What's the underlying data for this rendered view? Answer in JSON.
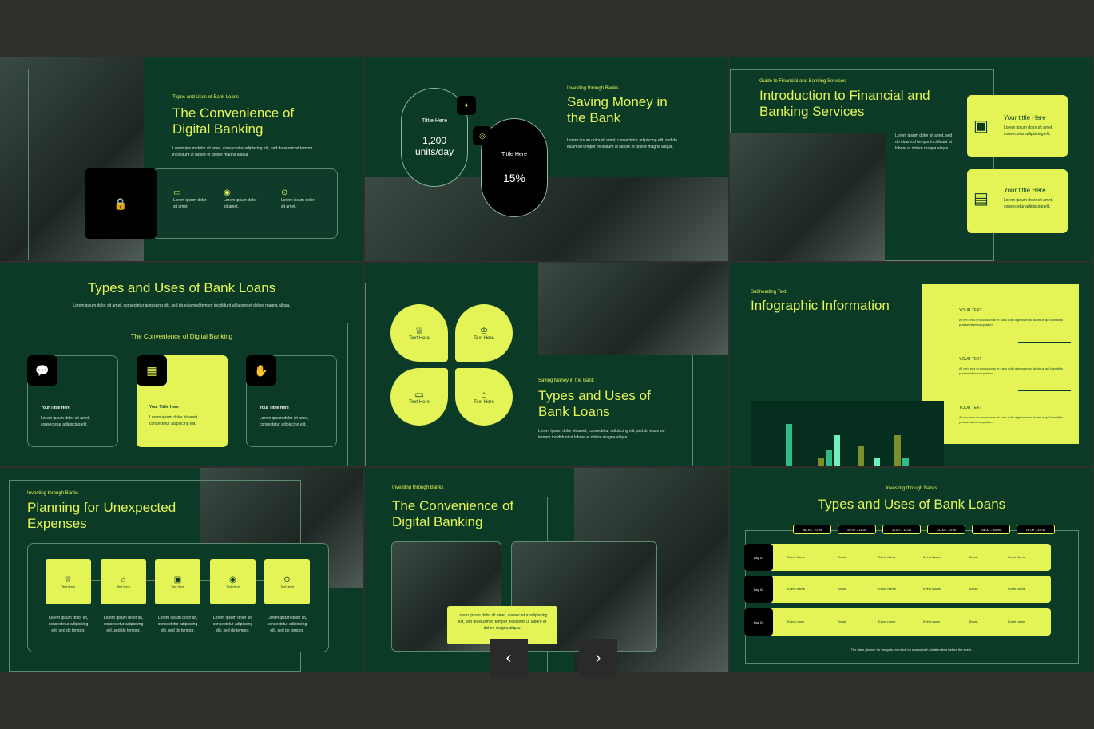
{
  "slides": [
    {
      "eyebrow": "Types and Uses of Bank Loans",
      "title": "The Convenience of Digital Banking",
      "body": "Lorem ipsum dolor sit amet, consectetur adipiscing elit, sed do eiusmod tempor incididunt ut labore et dolore magna aliqua.",
      "features": [
        "Lorem ipsum dolor sit amet.",
        "Lorem ipsum dolor sit amet.",
        "Lorem ipsum dolor sit amet."
      ]
    },
    {
      "eyebrow": "Investing through Banks",
      "title": "Saving Money in the Bank",
      "body": "Lorem ipsum dolor sit amet, consectetur adipiscing elit, sed do eiusmod tempor incididunt ut labore et dolore magna aliqua.",
      "stat1_label": "Tittle Here",
      "stat1_value": "1,200 units/day",
      "stat2_label": "Tittle Here",
      "stat2_value": "15%"
    },
    {
      "eyebrow": "Guide to Financial and Banking Services",
      "title": "Introduction to Financial and Banking Services",
      "body": "Lorem ipsum dolor sit amet, sed do eiusmod tempor incididunt ut labore et dolore magna aliqua.",
      "cards": [
        {
          "title": "Your tittle Here",
          "body": "Lorem ipsum dolor sit amet, consectetur adipiscing elit."
        },
        {
          "title": "Your tittle Here",
          "body": "Lorem ipsum dolor sit amet, consectetur adipiscing elit."
        }
      ]
    },
    {
      "title": "Types and Uses of Bank Loans",
      "body": "Lorem ipsum dolor sit amet, consectetur adipiscing elit, sed do eiusmod tempor incididunt ut labore et dolore magna aliqua.",
      "subtitle": "The Convenience of Digital Banking",
      "cards": [
        {
          "title": "Your Tittle Here",
          "body": "Lorem ipsum dolor sit amet, consectetur adipiscing elit."
        },
        {
          "title": "Your Tittle Here",
          "body": "Lorem ipsum dolor sit amet, consectetur adipiscing elit."
        },
        {
          "title": "Your Tittle Here",
          "body": "Lorem ipsum dolor sit amet, consectetur adipiscing elit."
        }
      ]
    },
    {
      "eyebrow": "Saving Money in the Bank",
      "title": "Types and Uses of Bank Loans",
      "body": "Lorem ipsum dolor sit amet, consectetur adipiscing elit, sed do eiusmod tempor incididunt ut labore et dolore magna aliqua.",
      "leaves": [
        "Text Here",
        "Text Here",
        "Text Here",
        "Text Here"
      ]
    },
    {
      "eyebrow": "Subheading Text",
      "title": "Infographic Information",
      "items": [
        {
          "label": "YOUR TEXT",
          "body": "At vero eos et accusamus et iusto odio dignissimos ducimus qui blanditiis praesentium voluptatum."
        },
        {
          "label": "YOUR TEXT",
          "body": "At vero eos et accusamus et iusto odio dignissimos ducimus qui blanditiis praesentium voluptatum."
        },
        {
          "label": "YOUR TEXT",
          "body": "At vero eos et accusamus et iusto odio dignissimos ducimus qui blanditiis praesentium voluptatum."
        }
      ]
    },
    {
      "eyebrow": "Investing through Banks",
      "title": "Planning for Unexpected Expenses",
      "steps": [
        "Text Here",
        "Text Here",
        "Text Here",
        "Text Here",
        "Text Here"
      ],
      "step_body": "Lorem ipsum dolor sit, consectetur adipiscing elit, sed do tempor."
    },
    {
      "eyebrow": "Investing through Banks",
      "title": "The Convenience of Digital Banking",
      "callout": "Lorem ipsum dolor sit amet, consectetur adipiscing elit, sed do eiusmod tempor incididunt ut labore et dolore magna aliqua."
    },
    {
      "eyebrow": "Investing through Banks",
      "title": "Types and Uses of Bank Loans",
      "times": [
        "08.00 – 10.00",
        "10.00 – 11.00",
        "11.00 – 13.00",
        "13.00 – 15.00",
        "15.00 – 16.00",
        "16.00 – 18.00"
      ],
      "rows": [
        {
          "day": "Day 01",
          "cells": [
            "Event Name",
            "Break",
            "Event Name",
            "Event Name",
            "Break",
            "Event Name"
          ]
        },
        {
          "day": "Day 02",
          "cells": [
            "Event Name",
            "Break",
            "Event Name",
            "Event Name",
            "Break",
            "Event Name"
          ]
        },
        {
          "day": "Day 03",
          "cells": [
            "Event name",
            "Break",
            "Event name",
            "Event name",
            "Break",
            "Event name"
          ]
        }
      ],
      "footer": "The table planner for the gala event will be shared with all attendees before the event."
    }
  ],
  "nav": {
    "prev": "‹",
    "next": "›"
  },
  "colors": {
    "bg": "#2f2f2b",
    "slide": "#0b3b27",
    "accent": "#e4f456"
  }
}
